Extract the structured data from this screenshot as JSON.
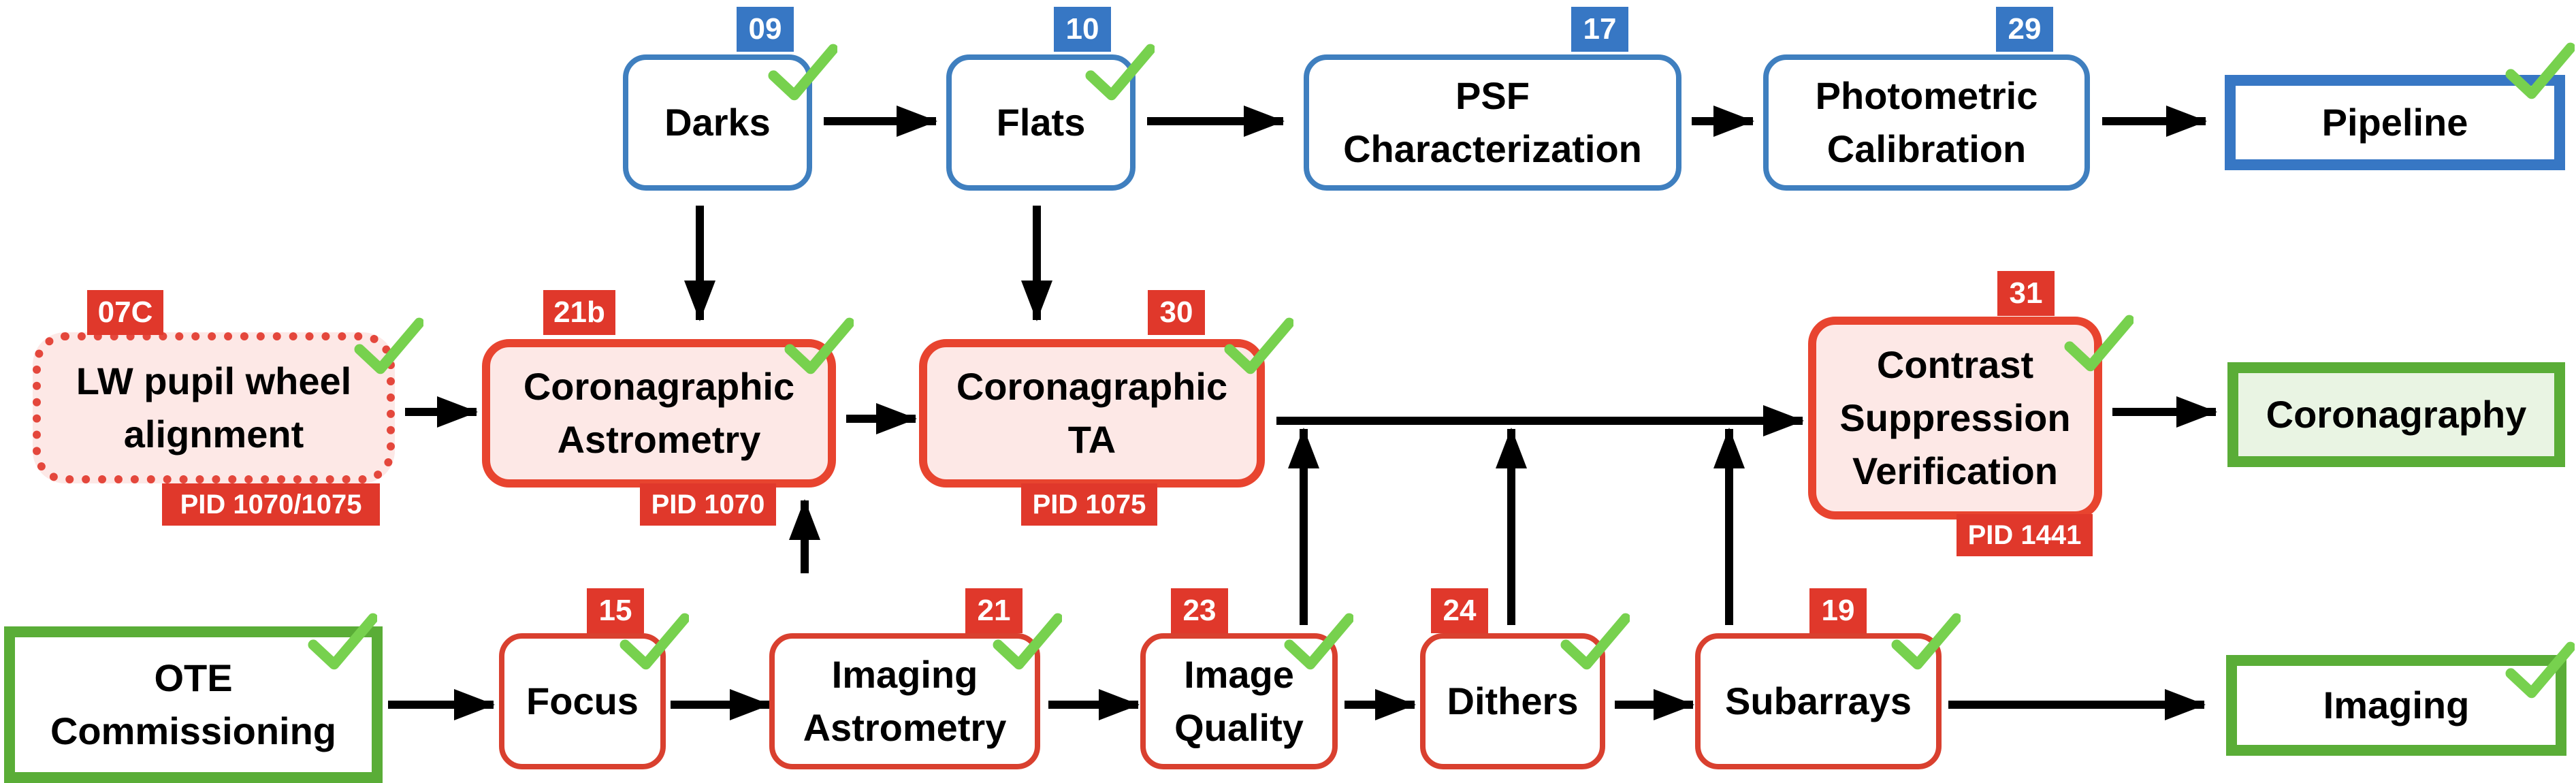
{
  "nodes": {
    "darks": {
      "label": "Darks",
      "badge": "09"
    },
    "flats": {
      "label": "Flats",
      "badge": "10"
    },
    "psf": {
      "label": "PSF\nCharacterization",
      "badge": "17"
    },
    "photometric": {
      "label": "Photometric\nCalibration",
      "badge": "29"
    },
    "pipeline": {
      "label": "Pipeline"
    },
    "lw_pupil": {
      "label": "LW pupil wheel\nalignment",
      "badge": "07C",
      "pid": "PID 1070/1075"
    },
    "coro_astrometry": {
      "label": "Coronagraphic\nAstrometry",
      "badge": "21b",
      "pid": "PID 1070"
    },
    "coro_ta": {
      "label": "Coronagraphic\nTA",
      "badge": "30",
      "pid": "PID 1075"
    },
    "contrast": {
      "label": "Contrast\nSuppression\nVerification",
      "badge": "31",
      "pid": "PID 1441"
    },
    "coronagraphy": {
      "label": "Coronagraphy"
    },
    "ote": {
      "label": "OTE\nCommissioning"
    },
    "focus": {
      "label": "Focus",
      "badge": "15"
    },
    "imaging_astrometry": {
      "label": "Imaging\nAstrometry",
      "badge": "21"
    },
    "image_quality": {
      "label": "Image\nQuality",
      "badge": "23"
    },
    "dithers": {
      "label": "Dithers",
      "badge": "24"
    },
    "subarrays": {
      "label": "Subarrays",
      "badge": "19"
    },
    "imaging": {
      "label": "Imaging"
    }
  },
  "colors": {
    "blue": "#3777c4",
    "red": "#e0382b",
    "green": "#5aad37",
    "check": "#77d14e",
    "arrow": "#000000"
  },
  "icons": {
    "check": "check-icon"
  }
}
